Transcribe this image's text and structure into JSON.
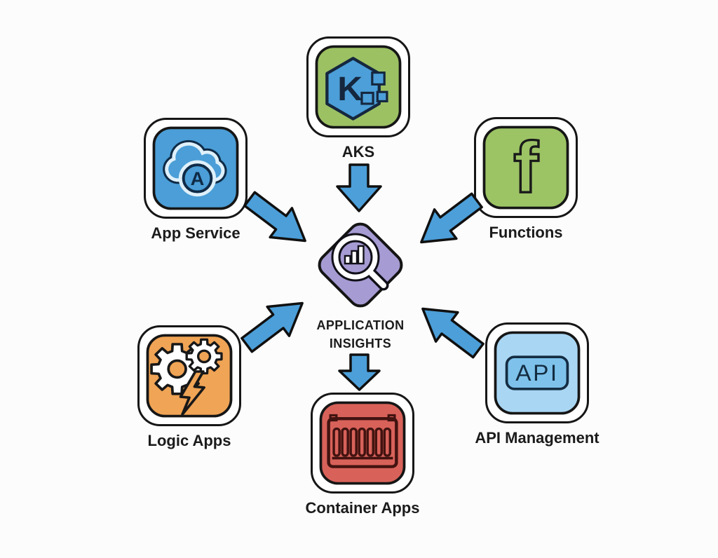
{
  "diagram": {
    "type": "hub-and-spoke architecture diagram",
    "background": "#FCFCFC",
    "label_color": "#1B1B1B",
    "outline_color": "#161616"
  },
  "colors": {
    "arrow": "#4C9FD9",
    "accent_blue": "#4C9FD9",
    "dark_navy": "#15273E"
  },
  "center": {
    "label_line1": "APPLICATION",
    "label_line2": "INSIGHTS",
    "fill": "#A79BD3",
    "icon": "magnifier-bar-chart-icon"
  },
  "nodes": [
    {
      "id": "aks",
      "label": "AKS",
      "fill": "#9CC163",
      "icon": "kubernetes-hexagon-icon",
      "glyph": "K"
    },
    {
      "id": "app-service",
      "label": "App Service",
      "fill": "#4B9ED7",
      "icon": "cloud-app-icon",
      "glyph": "A"
    },
    {
      "id": "functions",
      "label": "Functions",
      "fill": "#9CC465",
      "icon": "function-f-icon",
      "glyph": "f"
    },
    {
      "id": "logic-apps",
      "label": "Logic Apps",
      "fill": "#F0A455",
      "icon": "gears-lightning-icon"
    },
    {
      "id": "container-apps",
      "label": "Container Apps",
      "fill": "#D8625A",
      "icon": "shipping-container-icon"
    },
    {
      "id": "api-management",
      "label": "API Management",
      "fill": "#A9D6F3",
      "icon": "api-box-icon",
      "glyph": "API",
      "pill_fill": "#7EC2EB"
    }
  ],
  "arrows": [
    {
      "from": "AKS",
      "to": "Application Insights",
      "direction": "down"
    },
    {
      "from": "App Service",
      "to": "Application Insights",
      "direction": "down-right"
    },
    {
      "from": "Functions",
      "to": "Application Insights",
      "direction": "down-left"
    },
    {
      "from": "Logic Apps",
      "to": "Application Insights",
      "direction": "up-right"
    },
    {
      "from": "API Management",
      "to": "Application Insights",
      "direction": "up-left"
    },
    {
      "from": "Application Insights",
      "to": "Container Apps",
      "direction": "down"
    }
  ]
}
